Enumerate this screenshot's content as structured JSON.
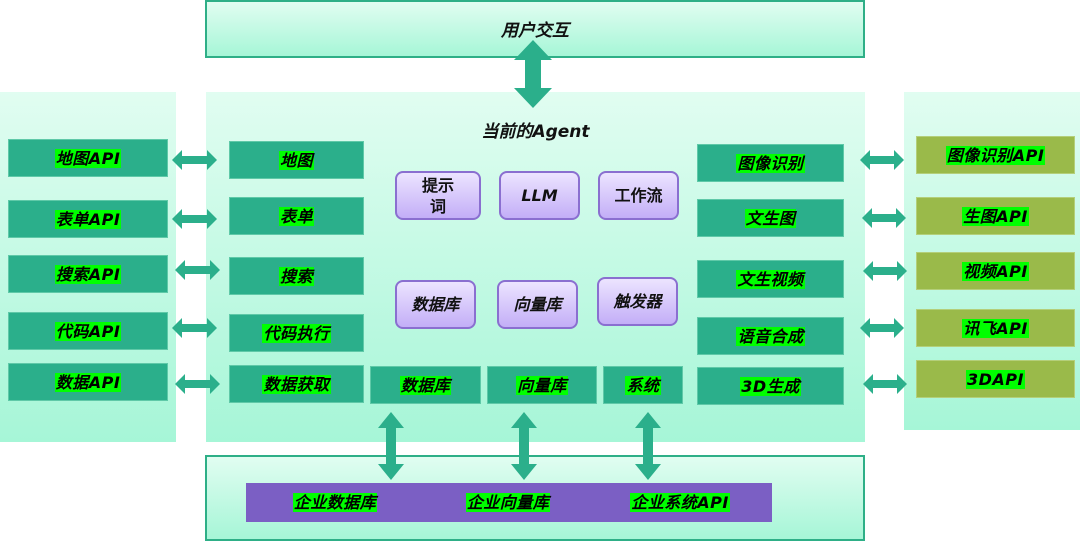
{
  "user_layer": {
    "label": "用户交互"
  },
  "agent": {
    "title": "当前的Agent",
    "left_tools": [
      "地图",
      "表单",
      "搜索",
      "代码执行",
      "数据获取"
    ],
    "bottom_tools": [
      "数据库",
      "向量库",
      "系统"
    ],
    "right_tools": [
      "图像识别",
      "文生图",
      "文生视频",
      "语音合成",
      "3D生成"
    ],
    "core": [
      "提示词",
      "LLM",
      "工作流",
      "数据库",
      "向量库",
      "触发器"
    ],
    "core_lines": {
      "prompt_line1": "提示",
      "prompt_line2": "词"
    }
  },
  "left_apis": [
    "地图API",
    "表单API",
    "搜索API",
    "代码API",
    "数据API"
  ],
  "right_apis": [
    "图像识别API",
    "生图API",
    "视频API",
    "讯飞API",
    "3DAPI"
  ],
  "enterprise": {
    "items": [
      "企业数据库",
      "企业向量库",
      "企业系统API"
    ]
  },
  "colors": {
    "teal_box": "#2baf8b",
    "olive_box": "#9aba4a",
    "purple_bar": "#7b5fc4",
    "highlight": "#00ff00",
    "arrow": "#2baf8b",
    "panel_top": "#e1fdf1",
    "panel_bottom": "#a6f6d7"
  }
}
